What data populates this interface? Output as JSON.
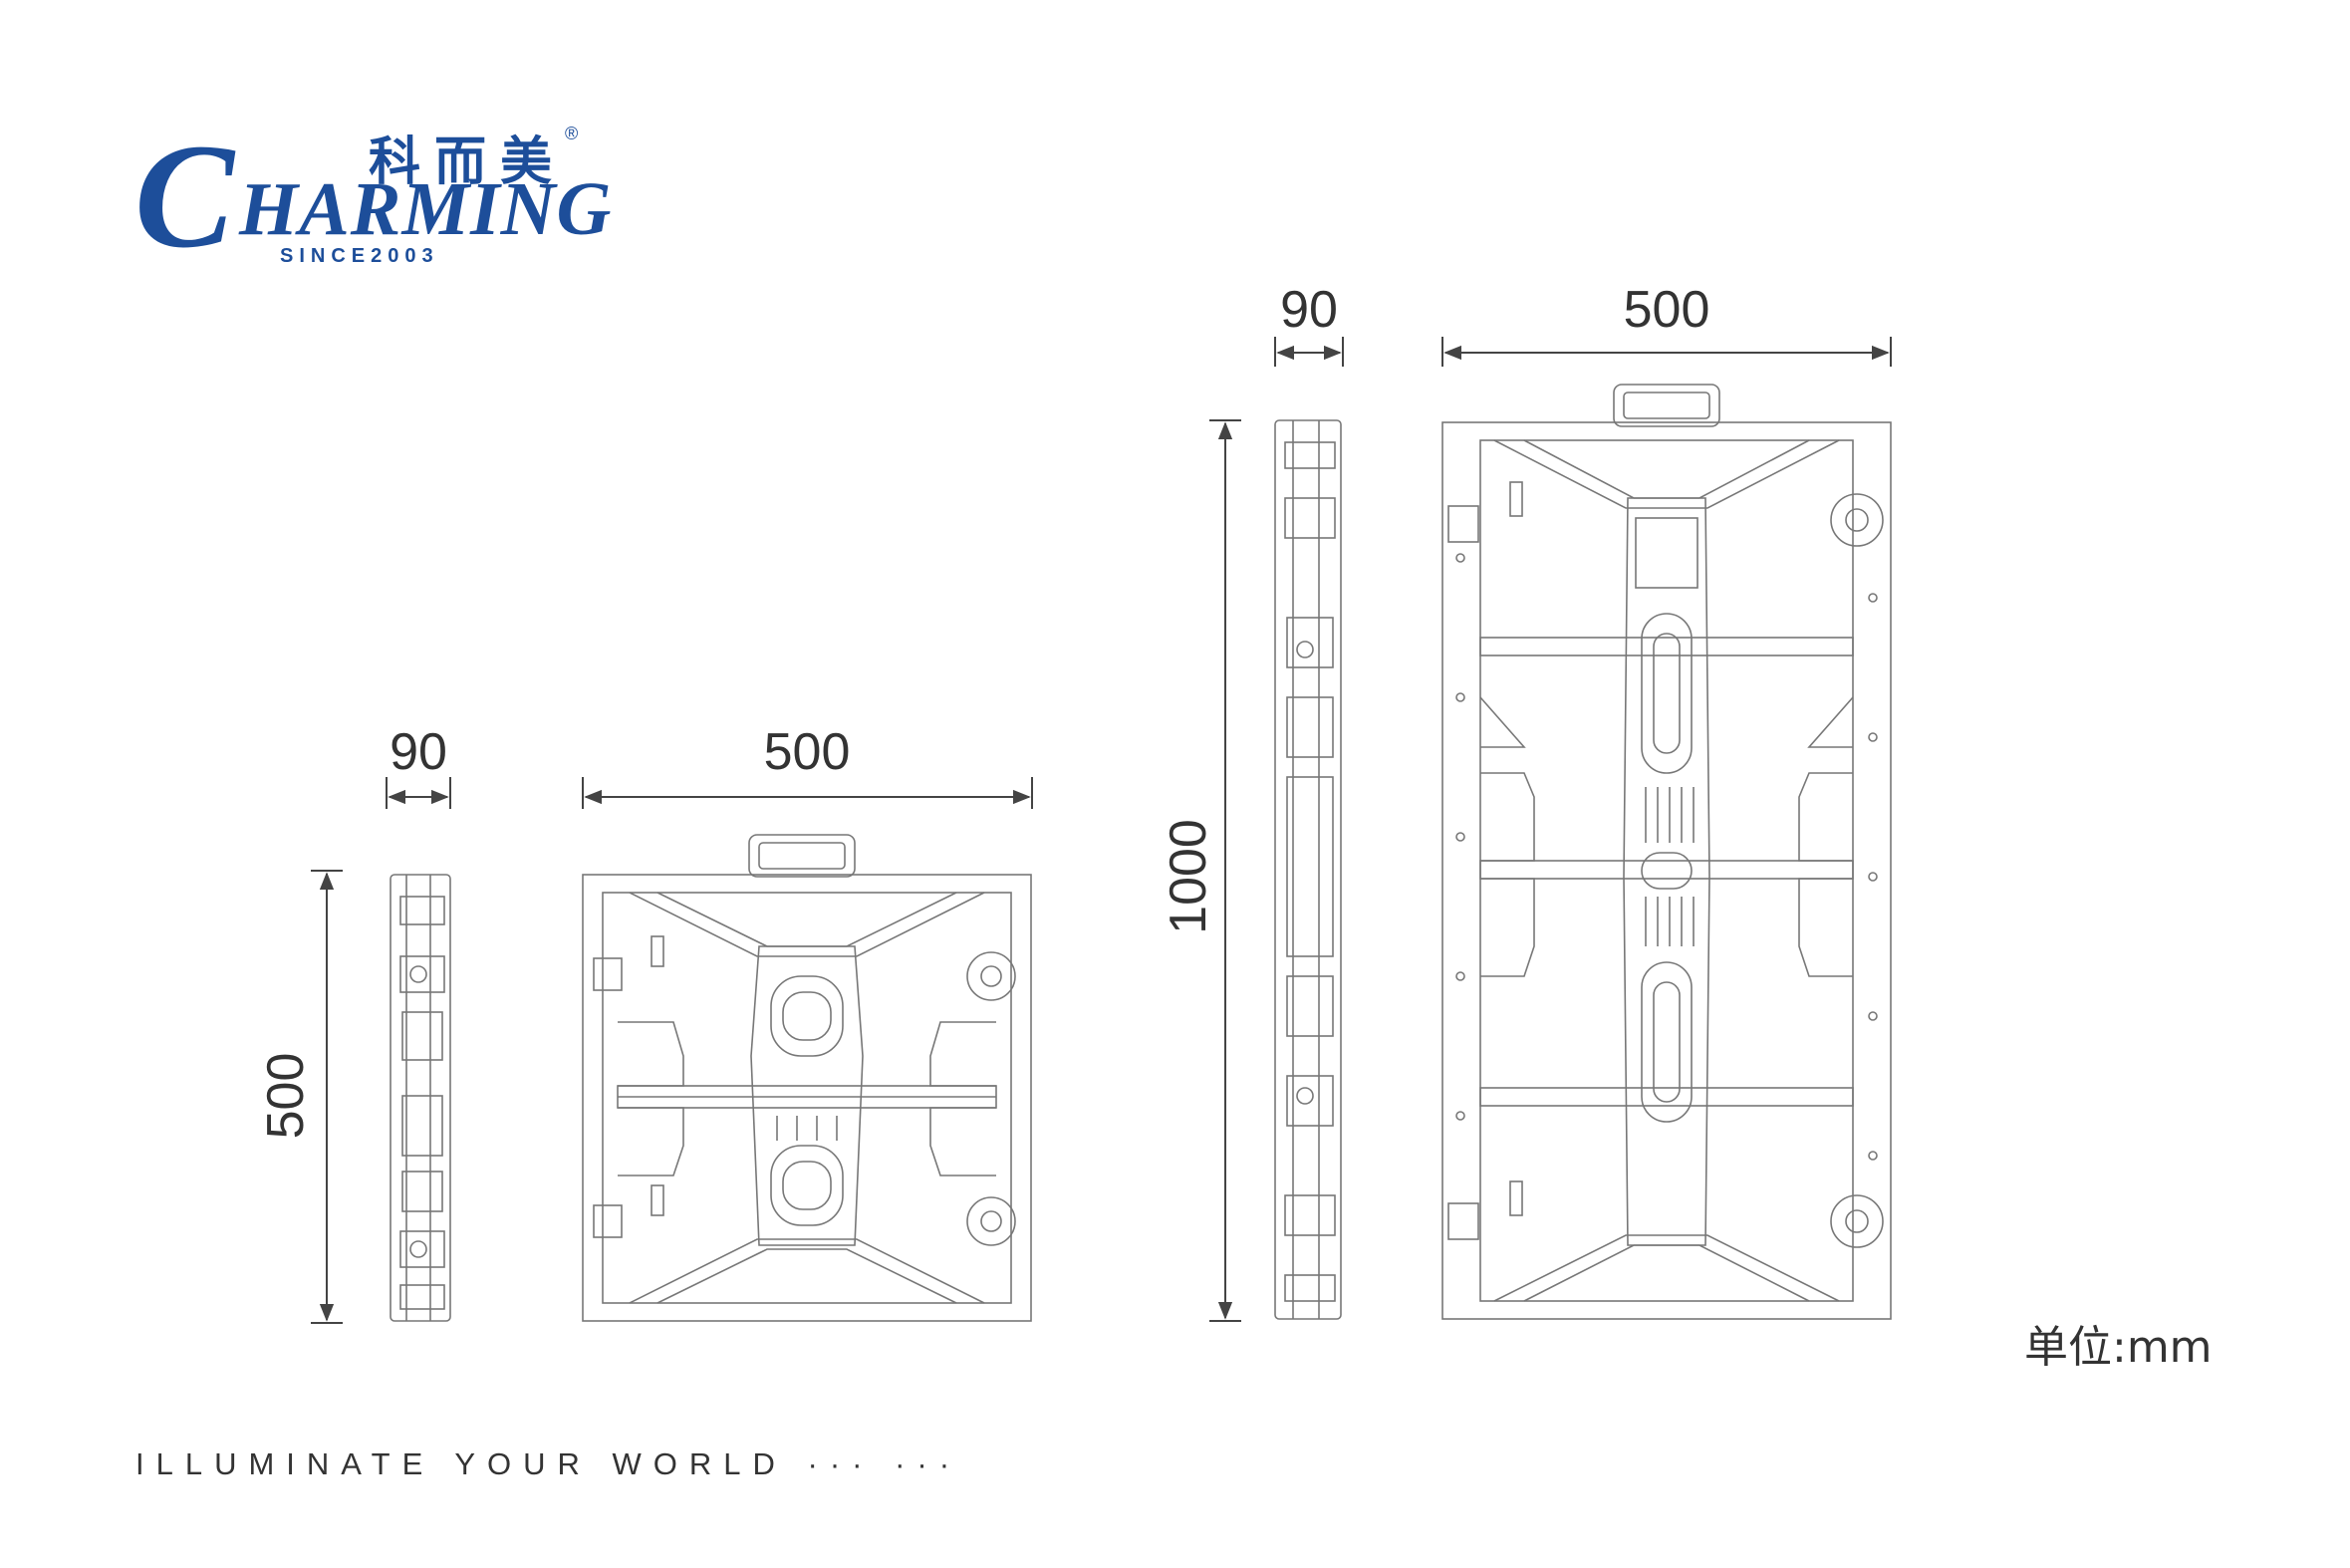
{
  "logo": {
    "chinese_name": "科而美",
    "registered": "®",
    "initial": "C",
    "wordmark_rest": "HARMING",
    "since": "SINCE2003"
  },
  "tagline": "ILLUMINATE YOUR WORLD ··· ···",
  "unit_label": "单位:mm",
  "small_cabinet": {
    "side_depth": "90",
    "front_width": "500",
    "height": "500"
  },
  "large_cabinet": {
    "side_depth": "90",
    "front_width": "500",
    "height": "1000"
  },
  "colors": {
    "brand": "#1d4e9a",
    "line": "#555555",
    "text": "#333333"
  }
}
